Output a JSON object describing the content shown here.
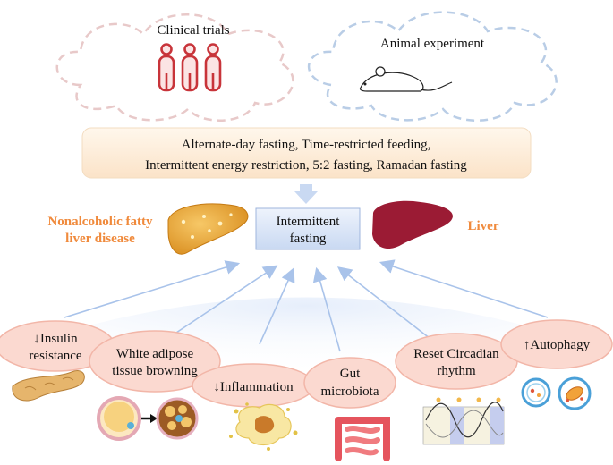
{
  "clouds": {
    "clinical": {
      "label": "Clinical trials",
      "border_color": "#e8c9c9",
      "icon": "people-group-icon"
    },
    "animal": {
      "label": "Animal experiment",
      "border_color": "#b9cde6",
      "icon": "mouse-icon"
    }
  },
  "regimens": {
    "line1": "Alternate-day fasting, Time-restricted feeding,",
    "line2": "Intermittent energy restriction, 5:2 fasting, Ramadan fasting"
  },
  "center": {
    "line1": "Intermittent",
    "line2": "fasting"
  },
  "nafld": {
    "line1": "Nonalcoholic fatty",
    "line2": "liver disease",
    "color": "#f08a3c",
    "icon": "fatty-liver-icon"
  },
  "liver": {
    "label": "Liver",
    "color": "#f08a3c",
    "icon": "liver-icon"
  },
  "mechanisms": [
    {
      "line1": "↓Insulin",
      "line2": "resistance",
      "icon": "pancreas-icon"
    },
    {
      "line1": "White adipose",
      "line2": "tissue browning",
      "icon": "adipocyte-icon"
    },
    {
      "line1": "↓Inflammation",
      "line2": "",
      "icon": "inflammation-cell-icon"
    },
    {
      "line1": "Gut",
      "line2": "microbiota",
      "icon": "intestine-icon"
    },
    {
      "line1": "Reset Circadian",
      "line2": "rhythm",
      "icon": "circadian-wave-icon"
    },
    {
      "line1": "↑Autophagy",
      "line2": "",
      "icon": "autophagy-icon"
    }
  ],
  "colors": {
    "ellipse_fill": "#fbd9d0",
    "ellipse_stroke": "#f2b6a8",
    "arrow": "#a9c3ea",
    "liver_red": "#9b1b34",
    "fatty_liver": "#e8a437"
  }
}
